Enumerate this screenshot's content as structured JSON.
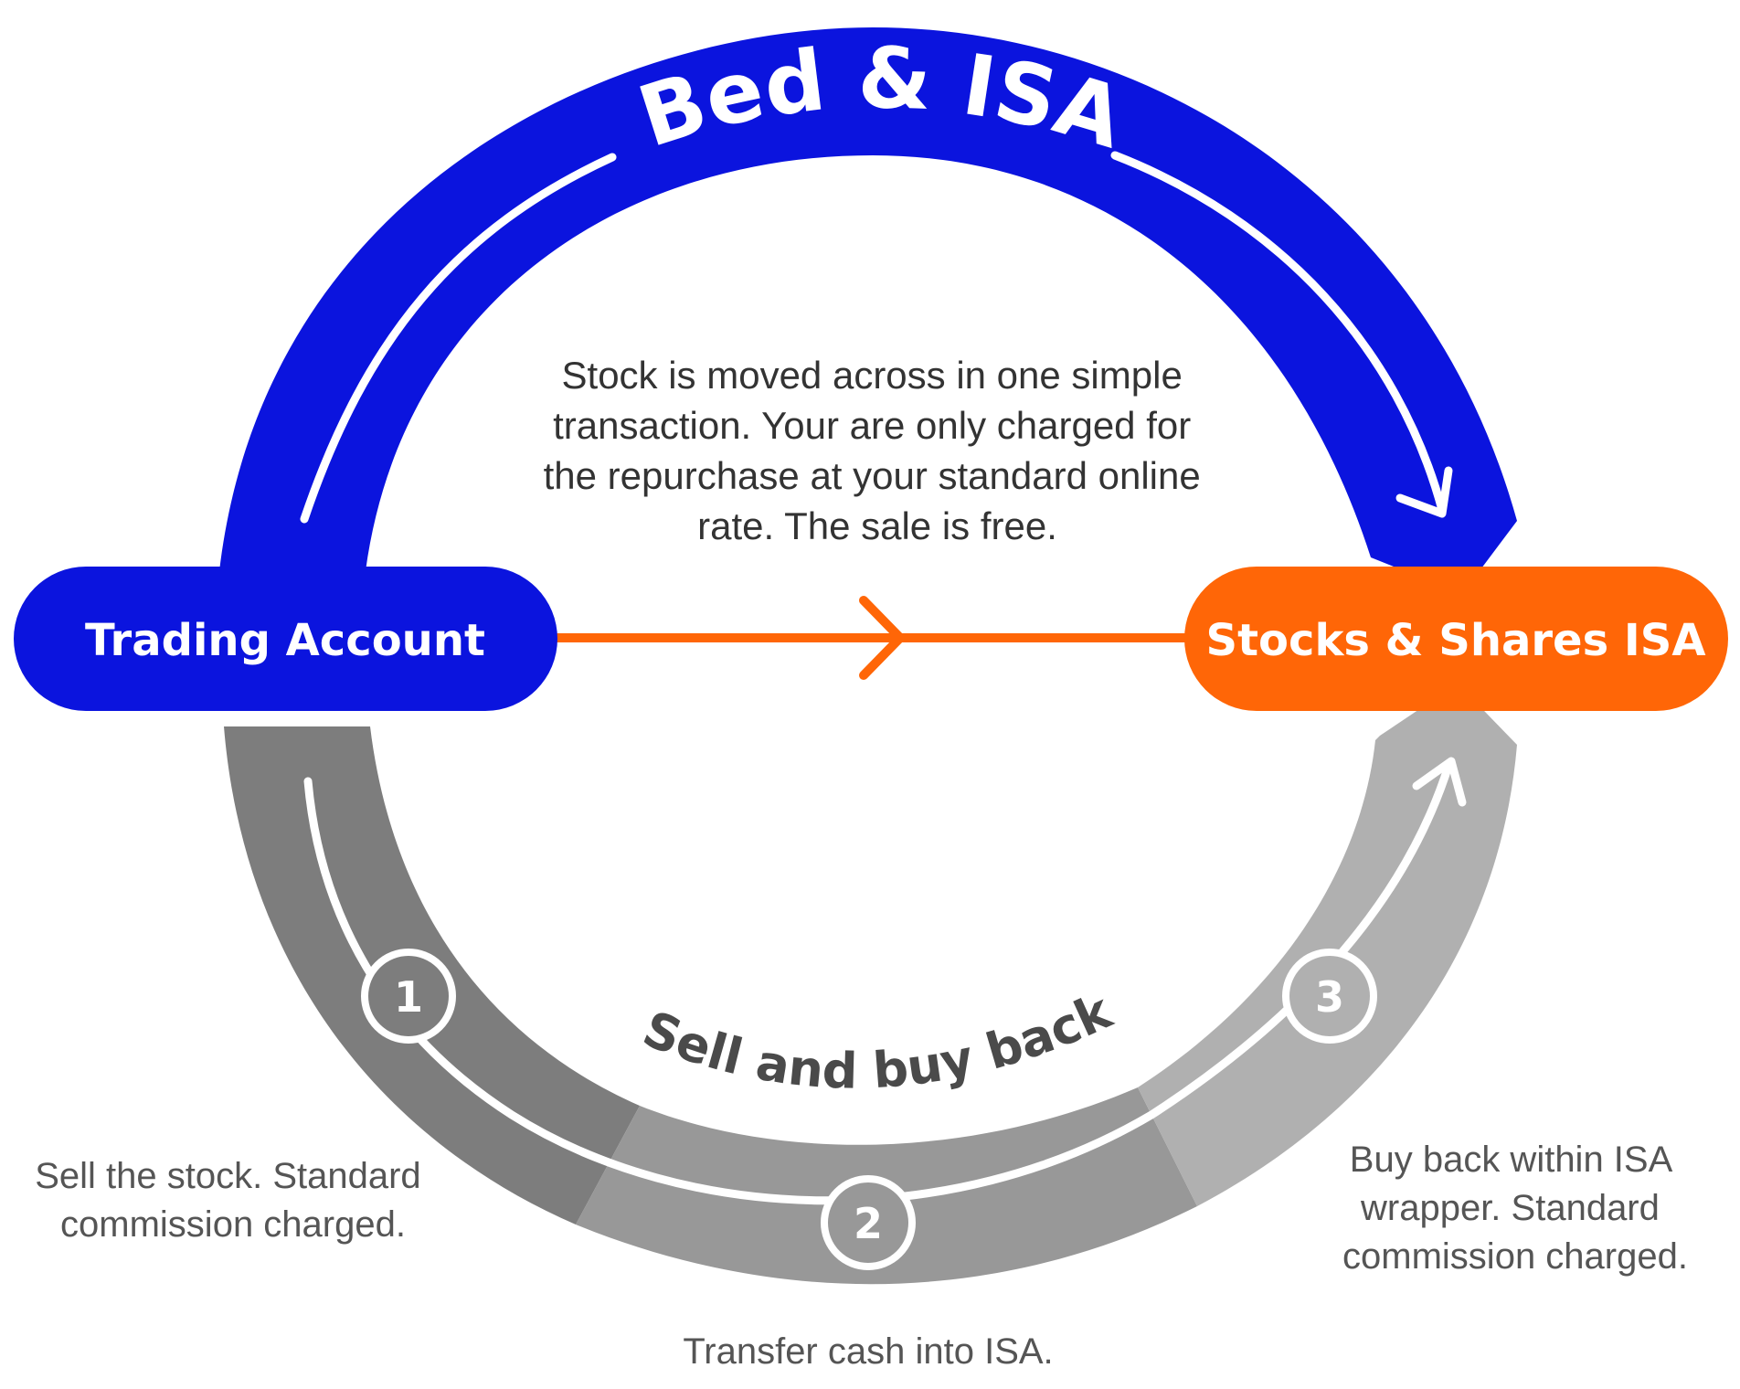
{
  "colors": {
    "blue": "#0b14de",
    "orange": "#ff6607",
    "grey_dark": "#7d7d7d",
    "grey_mid": "#989898",
    "grey_light": "#b0b0b0"
  },
  "bed_and_isa": {
    "title": "Bed & ISA",
    "description_lines": [
      "Stock is moved across in one simple",
      "transaction. Your are only charged for",
      "the repurchase at your standard online",
      "rate. The sale is free."
    ]
  },
  "nodes": {
    "trading_account": "Trading Account",
    "stocks_shares_isa": "Stocks & Shares ISA"
  },
  "sell_and_buy_back": {
    "title": "Sell and buy back",
    "steps": [
      {
        "number": "1",
        "note_lines": [
          "Sell the stock. Standard",
          "commission charged."
        ]
      },
      {
        "number": "2",
        "note_lines": [
          "Transfer cash into ISA."
        ]
      },
      {
        "number": "3",
        "note_lines": [
          "Buy back within ISA",
          "wrapper. Standard",
          "commission charged."
        ]
      }
    ]
  }
}
